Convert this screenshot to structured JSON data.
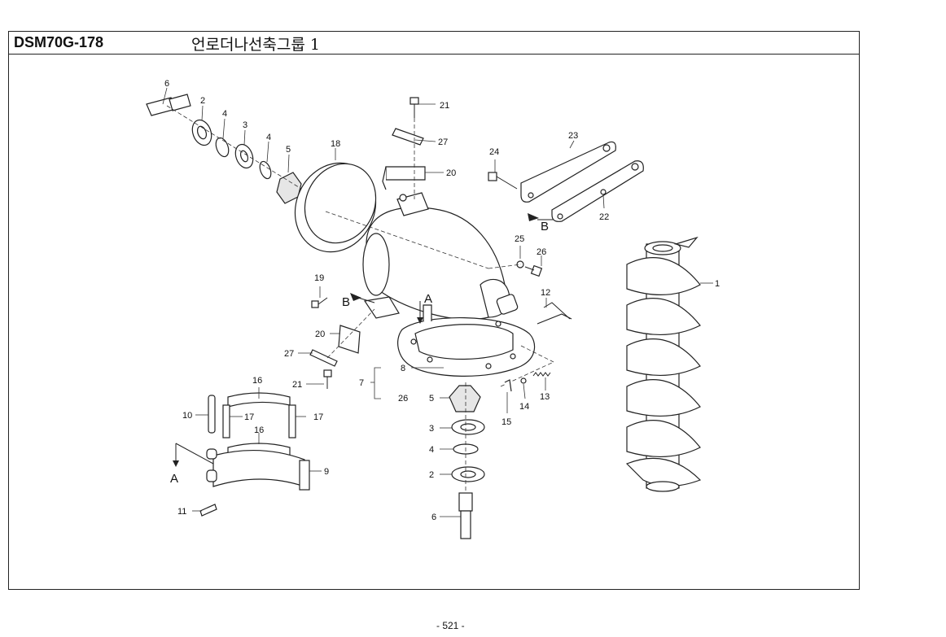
{
  "header": {
    "code": "DSM70G-178",
    "title": "언로더나선축그룹 1"
  },
  "page_number": "- 521 -",
  "view_markers": {
    "a_top": "A",
    "a_left": "A",
    "b_left": "B",
    "b_right": "B"
  },
  "callouts": {
    "c1": "1",
    "c2a": "2",
    "c2b": "2",
    "c3a": "3",
    "c3b": "3",
    "c4a": "4",
    "c4b": "4",
    "c4c": "4",
    "c5a": "5",
    "c5b": "5",
    "c6a": "6",
    "c6b": "6",
    "c7": "7",
    "c8": "8",
    "c9": "9",
    "c10": "10",
    "c11": "11",
    "c12": "12",
    "c13": "13",
    "c14": "14",
    "c15": "15",
    "c16a": "16",
    "c16b": "16",
    "c17a": "17",
    "c17b": "17",
    "c18": "18",
    "c19": "19",
    "c20a": "20",
    "c20b": "20",
    "c21a": "21",
    "c21b": "21",
    "c22": "22",
    "c23": "23",
    "c24": "24",
    "c25": "25",
    "c26a": "26",
    "c26b": "26",
    "c27a": "27",
    "c27b": "27"
  }
}
